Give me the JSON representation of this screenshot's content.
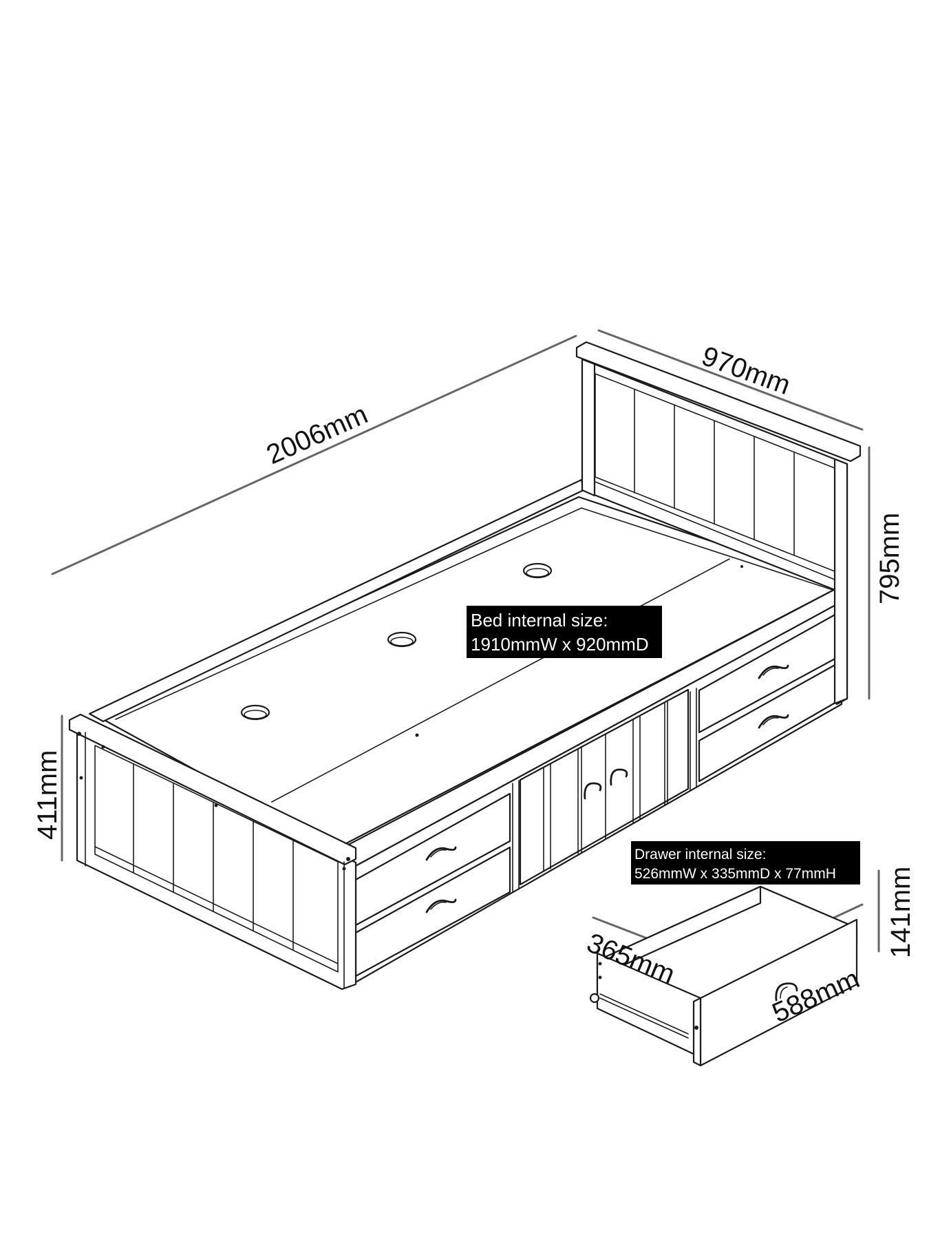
{
  "dimensions": {
    "bed_length": "2006mm",
    "headboard_width": "970mm",
    "headboard_height": "795mm",
    "footboard_height": "411mm",
    "drawer_height": "141mm",
    "drawer_depth": "365mm",
    "drawer_width": "588mm"
  },
  "labels": {
    "bed_internal": {
      "line1": "Bed internal size:",
      "line2": "1910mmW x 920mmD"
    },
    "drawer_internal": {
      "line1": "Drawer internal size:",
      "line2": "526mmW x 335mmD x 77mmH"
    }
  },
  "colors": {
    "line": "#1a1a1a",
    "dimension_line": "#666666",
    "label_background": "#000000",
    "label_text": "#ffffff"
  }
}
